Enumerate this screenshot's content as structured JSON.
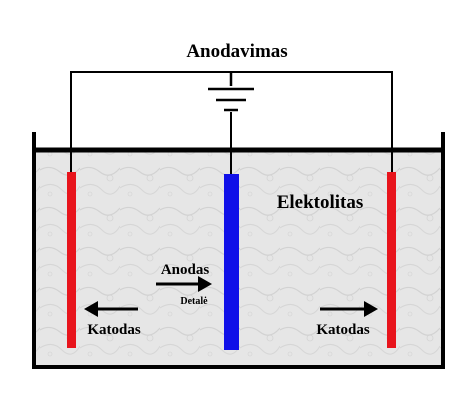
{
  "title": "Anodavimas",
  "electrolyte_label": "Elektolitas",
  "anode_label": "Anodas",
  "part_label": "Detalė",
  "cathode_left_label": "Katodas",
  "cathode_right_label": "Katodas",
  "colors": {
    "electrolyte": "#e4e4e4",
    "cathode": "#e8141c",
    "anode": "#1010e8",
    "wire": "#000000",
    "part_label": "#1a1a80"
  },
  "icons": {
    "ground": "ground-symbol-icon",
    "arrow_left": "arrow-left-icon",
    "arrow_right": "arrow-right-icon"
  }
}
